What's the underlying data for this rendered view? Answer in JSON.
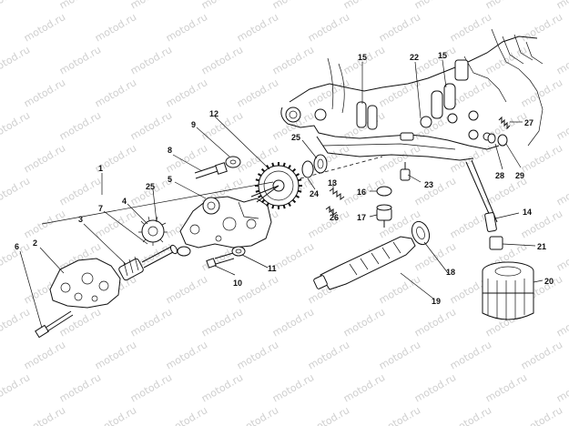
{
  "watermark": "motod.ru",
  "callouts": [
    {
      "id": "c1",
      "text": "1"
    },
    {
      "id": "c2",
      "text": "2"
    },
    {
      "id": "c3",
      "text": "3"
    },
    {
      "id": "c4",
      "text": "4"
    },
    {
      "id": "c5",
      "text": "5"
    },
    {
      "id": "c6",
      "text": "6"
    },
    {
      "id": "c7",
      "text": "7"
    },
    {
      "id": "c8",
      "text": "8"
    },
    {
      "id": "c9",
      "text": "9"
    },
    {
      "id": "c10",
      "text": "10"
    },
    {
      "id": "c11",
      "text": "11"
    },
    {
      "id": "c12",
      "text": "12"
    },
    {
      "id": "c13",
      "text": "13"
    },
    {
      "id": "c14",
      "text": "14"
    },
    {
      "id": "c15a",
      "text": "15"
    },
    {
      "id": "c15b",
      "text": "15"
    },
    {
      "id": "c16",
      "text": "16"
    },
    {
      "id": "c17",
      "text": "17"
    },
    {
      "id": "c18",
      "text": "18"
    },
    {
      "id": "c19",
      "text": "19"
    },
    {
      "id": "c20",
      "text": "20"
    },
    {
      "id": "c21",
      "text": "21"
    },
    {
      "id": "c22",
      "text": "22"
    },
    {
      "id": "c23",
      "text": "23"
    },
    {
      "id": "c24",
      "text": "24"
    },
    {
      "id": "c25a",
      "text": "25"
    },
    {
      "id": "c25b",
      "text": "25"
    },
    {
      "id": "c26",
      "text": "26"
    },
    {
      "id": "c27",
      "text": "27"
    },
    {
      "id": "c28",
      "text": "28"
    },
    {
      "id": "c29",
      "text": "29"
    }
  ]
}
